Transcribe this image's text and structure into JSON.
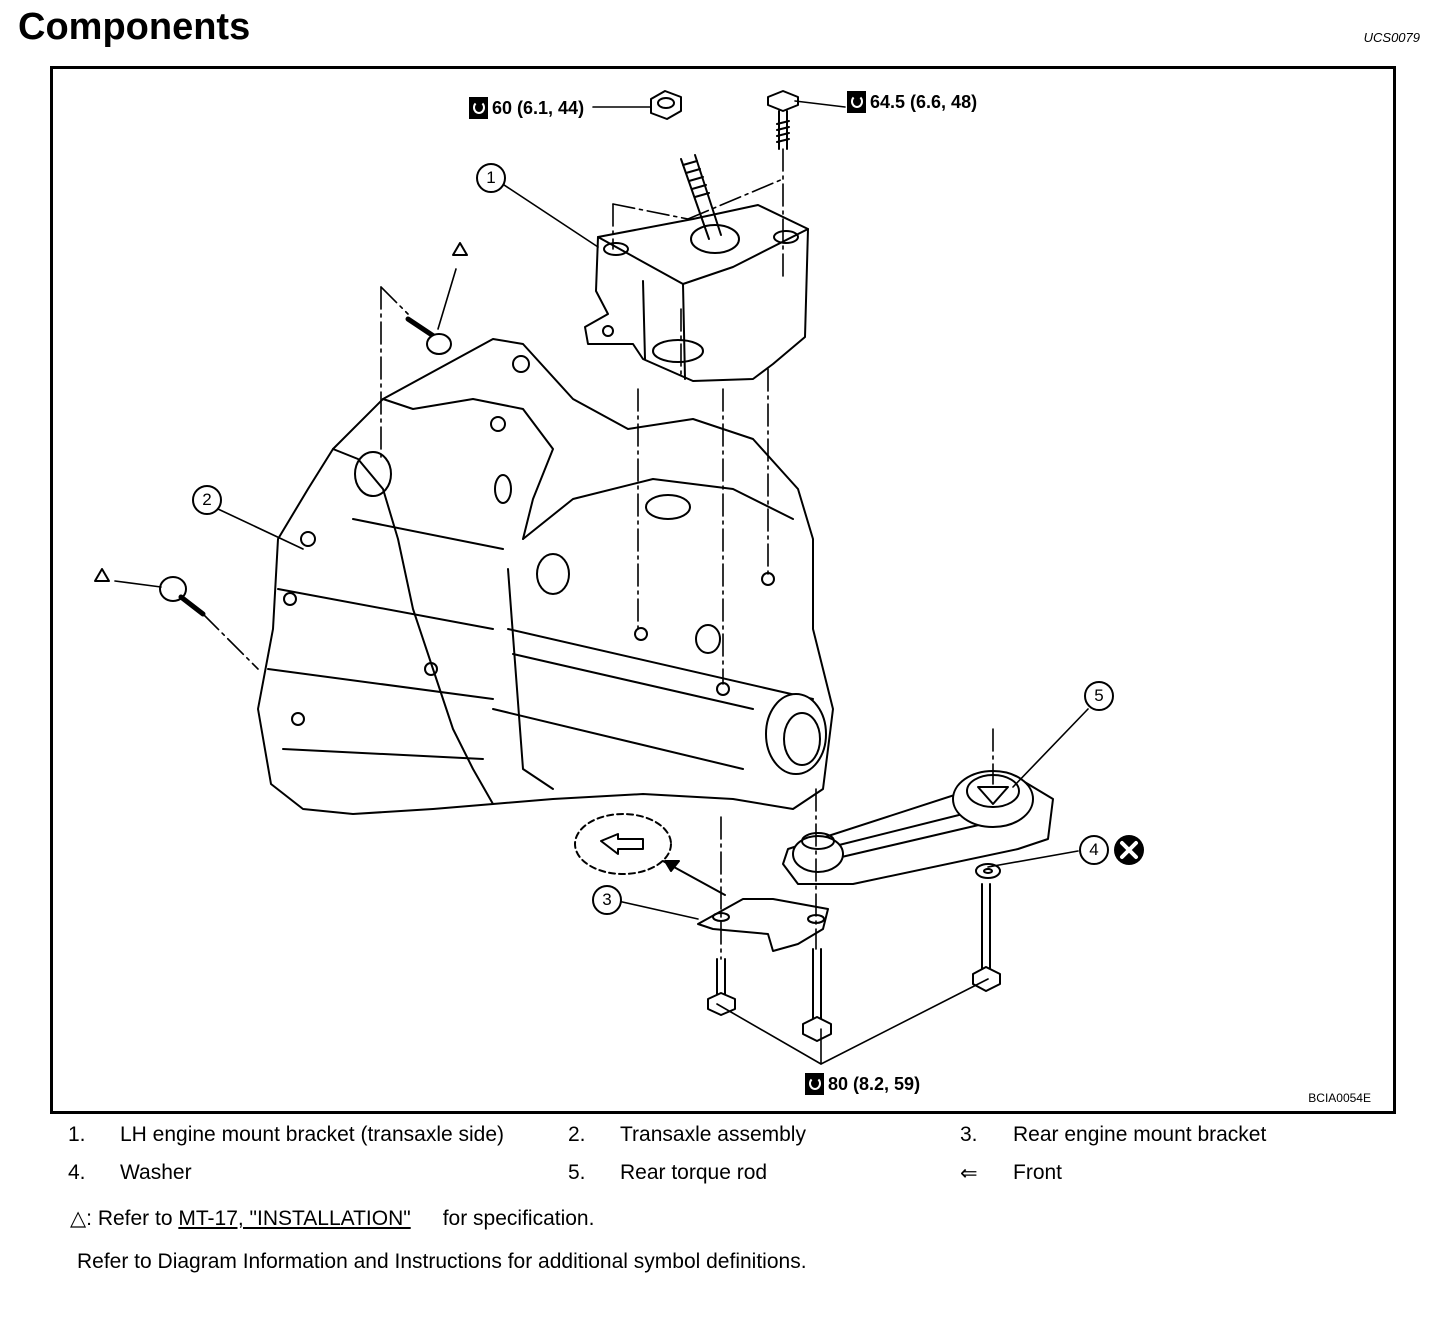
{
  "title": "Components",
  "doc_code": "UCS0079",
  "figure": {
    "id": "BCIA0054E",
    "torque_specs": {
      "nut_top": "60 (6.1, 44)",
      "bolt_top": "64.5 (6.6, 48)",
      "bolts_bottom": "80 (8.2, 59)"
    },
    "callouts": [
      "1",
      "2",
      "3",
      "4",
      "5"
    ],
    "triangle_symbol": "△",
    "do_not_reuse_icon": "x-circle-icon",
    "front_arrow_icon": "arrow-icon"
  },
  "legend": [
    {
      "num": "1.",
      "text": "LH engine mount bracket (transaxle side)"
    },
    {
      "num": "2.",
      "text": "Transaxle assembly"
    },
    {
      "num": "3.",
      "text": "Rear engine mount bracket"
    },
    {
      "num": "4.",
      "text": "Washer"
    },
    {
      "num": "5.",
      "text": "Rear torque rod"
    },
    {
      "num": "⇐",
      "text": "Front"
    }
  ],
  "note": {
    "symbol": "△",
    "prefix": ": Refer to ",
    "link": "MT-17, \"INSTALLATION\"",
    "suffix": "for specification."
  },
  "footer": "Refer to Diagram Information and Instructions for additional symbol definitions."
}
